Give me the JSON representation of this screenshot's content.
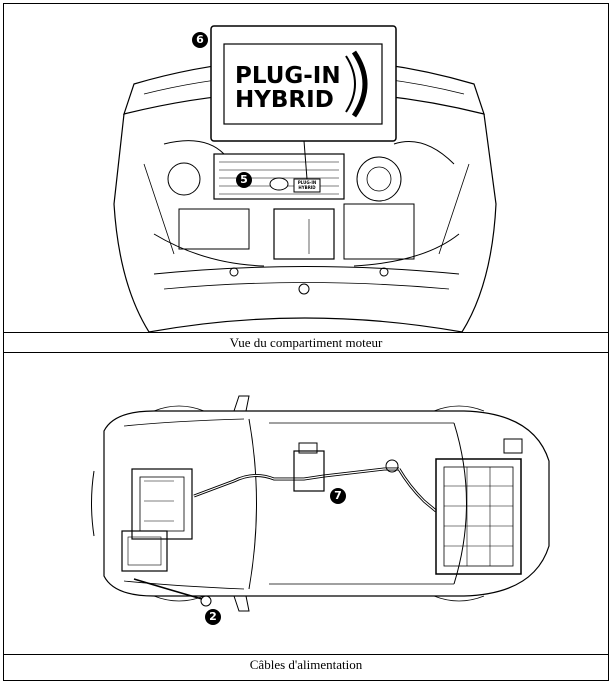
{
  "figure1": {
    "caption": "Vue du compartiment moteur",
    "badge_line1": "PLUG-IN",
    "badge_line2": "HYBRID",
    "small_badge": "PLUG-IN HYBRID",
    "callouts": {
      "six": "6",
      "five": "5"
    }
  },
  "figure2": {
    "caption": "Câbles d'alimentation",
    "callouts": {
      "seven": "7",
      "two": "2"
    }
  }
}
